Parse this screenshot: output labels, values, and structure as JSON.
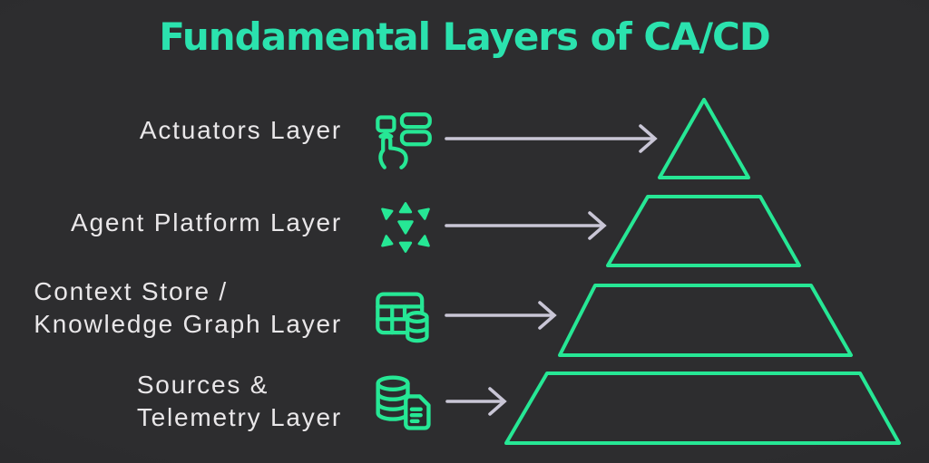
{
  "title": "Fundamental Layers of CA/CD",
  "colors": {
    "background": "#2a2a2c",
    "title_accent": "#2be2ae",
    "shape_accent": "#26e795",
    "label_text": "#e9e7e9",
    "arrow": "#c9c6d6"
  },
  "layers": [
    {
      "name": "actuators",
      "label_lines": [
        "Actuators Layer",
        ""
      ],
      "icon": "tap-select-icon"
    },
    {
      "name": "agent-platform",
      "label_lines": [
        "Agent Platform Layer",
        ""
      ],
      "icon": "agent-network-icon"
    },
    {
      "name": "context-store",
      "label_lines": [
        "Context Store /",
        "Knowledge Graph Layer"
      ],
      "icon": "table-database-icon"
    },
    {
      "name": "sources-telemetry",
      "label_lines": [
        "Sources &",
        "Telemetry Layer"
      ],
      "icon": "database-document-icon"
    }
  ],
  "pyramid": {
    "type": "pyramid",
    "segment_count": 4,
    "levels_top_to_bottom": [
      "Actuators Layer",
      "Agent Platform Layer",
      "Context Store / Knowledge Graph Layer",
      "Sources & Telemetry Layer"
    ]
  }
}
